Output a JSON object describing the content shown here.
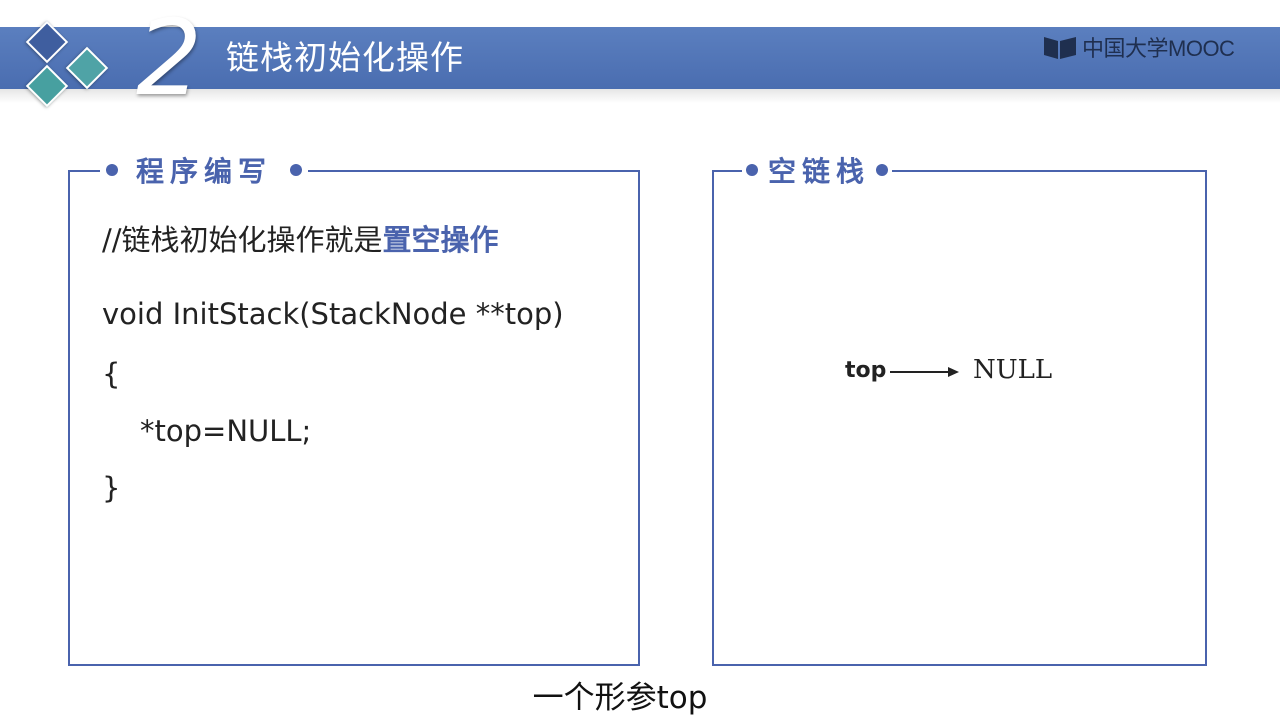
{
  "header": {
    "number": "2",
    "title": "链栈初始化操作",
    "brand": "中国大学MOOC"
  },
  "left_panel": {
    "title": "程序编写",
    "comment_prefix": "//链栈初始化操作就是",
    "comment_highlight": "置空操作",
    "code": [
      "void InitStack(StackNode **top)",
      "{",
      "*top=NULL;",
      "}"
    ]
  },
  "right_panel": {
    "title": "空链栈",
    "diagram": {
      "pointer_label": "top",
      "target_label": "NULL"
    }
  },
  "subtitle": "一个形参top",
  "colors": {
    "accent": "#4a63ad",
    "header_band": "#5577b8",
    "text": "#222222"
  },
  "icons": [
    "decorative-squares-icon",
    "mooc-book-icon",
    "arrow-right-icon"
  ]
}
